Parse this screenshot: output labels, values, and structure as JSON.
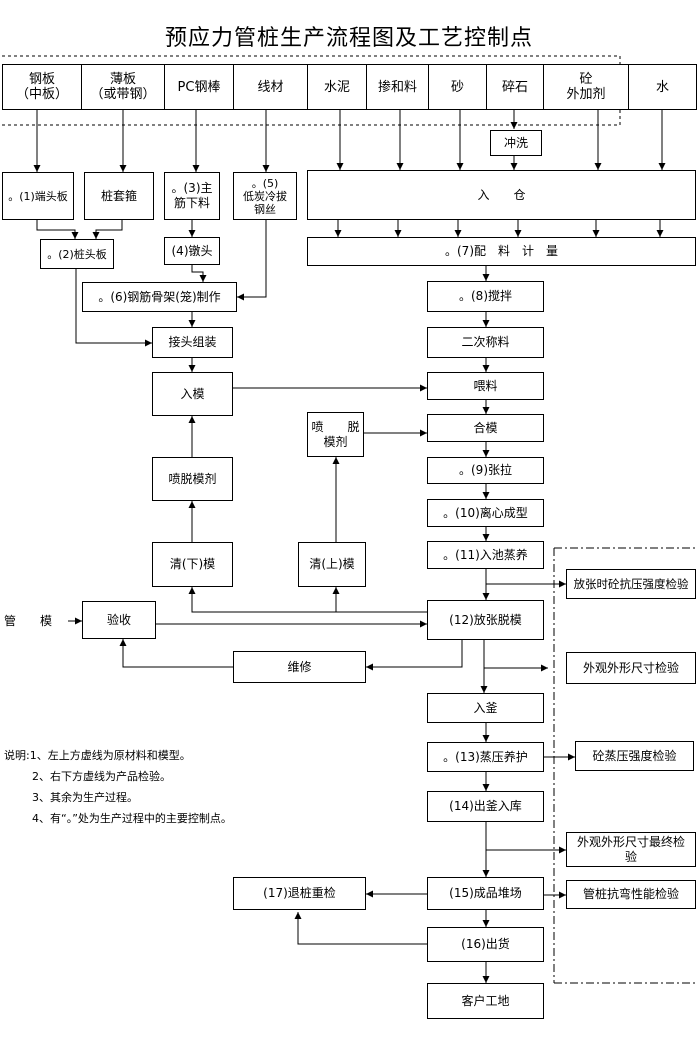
{
  "title": "预应力管桩生产流程图及工艺控制点",
  "raw_materials": [
    {
      "id": "gangban",
      "label": "钢板\n（中板）"
    },
    {
      "id": "baoban",
      "label": "薄板\n（或带钢）"
    },
    {
      "id": "pc",
      "label": "PC钢棒"
    },
    {
      "id": "xiancai",
      "label": "线材"
    },
    {
      "id": "shuini",
      "label": "水泥"
    },
    {
      "id": "chanheliao",
      "label": "掺和料"
    },
    {
      "id": "sha",
      "label": "砂"
    },
    {
      "id": "suishi",
      "label": "碎石"
    },
    {
      "id": "jiaji",
      "label": "砼\n外加剂"
    },
    {
      "id": "shui",
      "label": "水"
    }
  ],
  "process": {
    "chongxi": "冲洗",
    "duantouban": "。(1)端头板",
    "zhuangtaogu": "桩套箍",
    "zhujin": "。(3)主\n筋下料",
    "ditan": "。(5)\n低炭冷拔\n钢丝",
    "ruchang": "入　　仓",
    "zhuangtouban": "。(2)桩头板",
    "duntou": "(4)镦头",
    "peiliao": "。(7)配　料　计　量",
    "gujia": "。(6)钢筋骨架(笼)制作",
    "jiaoban": "。(8)搅拌",
    "jietou": "接头组装",
    "erci": "二次称料",
    "rumo": "入模",
    "weiliao": "喂料",
    "pentuo_up": "喷　　脱\n模剂",
    "hemo": "合模",
    "pentuo_left": "喷脱模剂",
    "zhangla": "。(9)张拉",
    "lixin": "。(10)离心成型",
    "qing_xia": "清(下)模",
    "qing_shang": "清(上)模",
    "ruchi": "。(11)入池蒸养",
    "guanmo": "管　　模",
    "yanshou": "验收",
    "fangzhang": "(12)放张脱模",
    "weixiu": "维修",
    "rufu": "入釜",
    "zhengya": "。(13)蒸压养护",
    "chufu": "(14)出釜入库",
    "tuizhuang": "(17)退桩重检",
    "chengpin": "(15)成品堆场",
    "chuhuo": "(16)出货",
    "kehu": "客户工地"
  },
  "checks": {
    "c1": "放张时砼抗压强度检验",
    "c2": "外观外形尺寸检验",
    "c3": "砼蒸压强度检验",
    "c4": "外观外形尺寸最终检\n验",
    "c5": "管桩抗弯性能检验"
  },
  "notes": [
    "说明:1、左上方虚线为原材料和模型。",
    "2、右下方虚线为产品检验。",
    "3、其余为生产过程。",
    "4、有“。”处为生产过程中的主要控制点。"
  ]
}
